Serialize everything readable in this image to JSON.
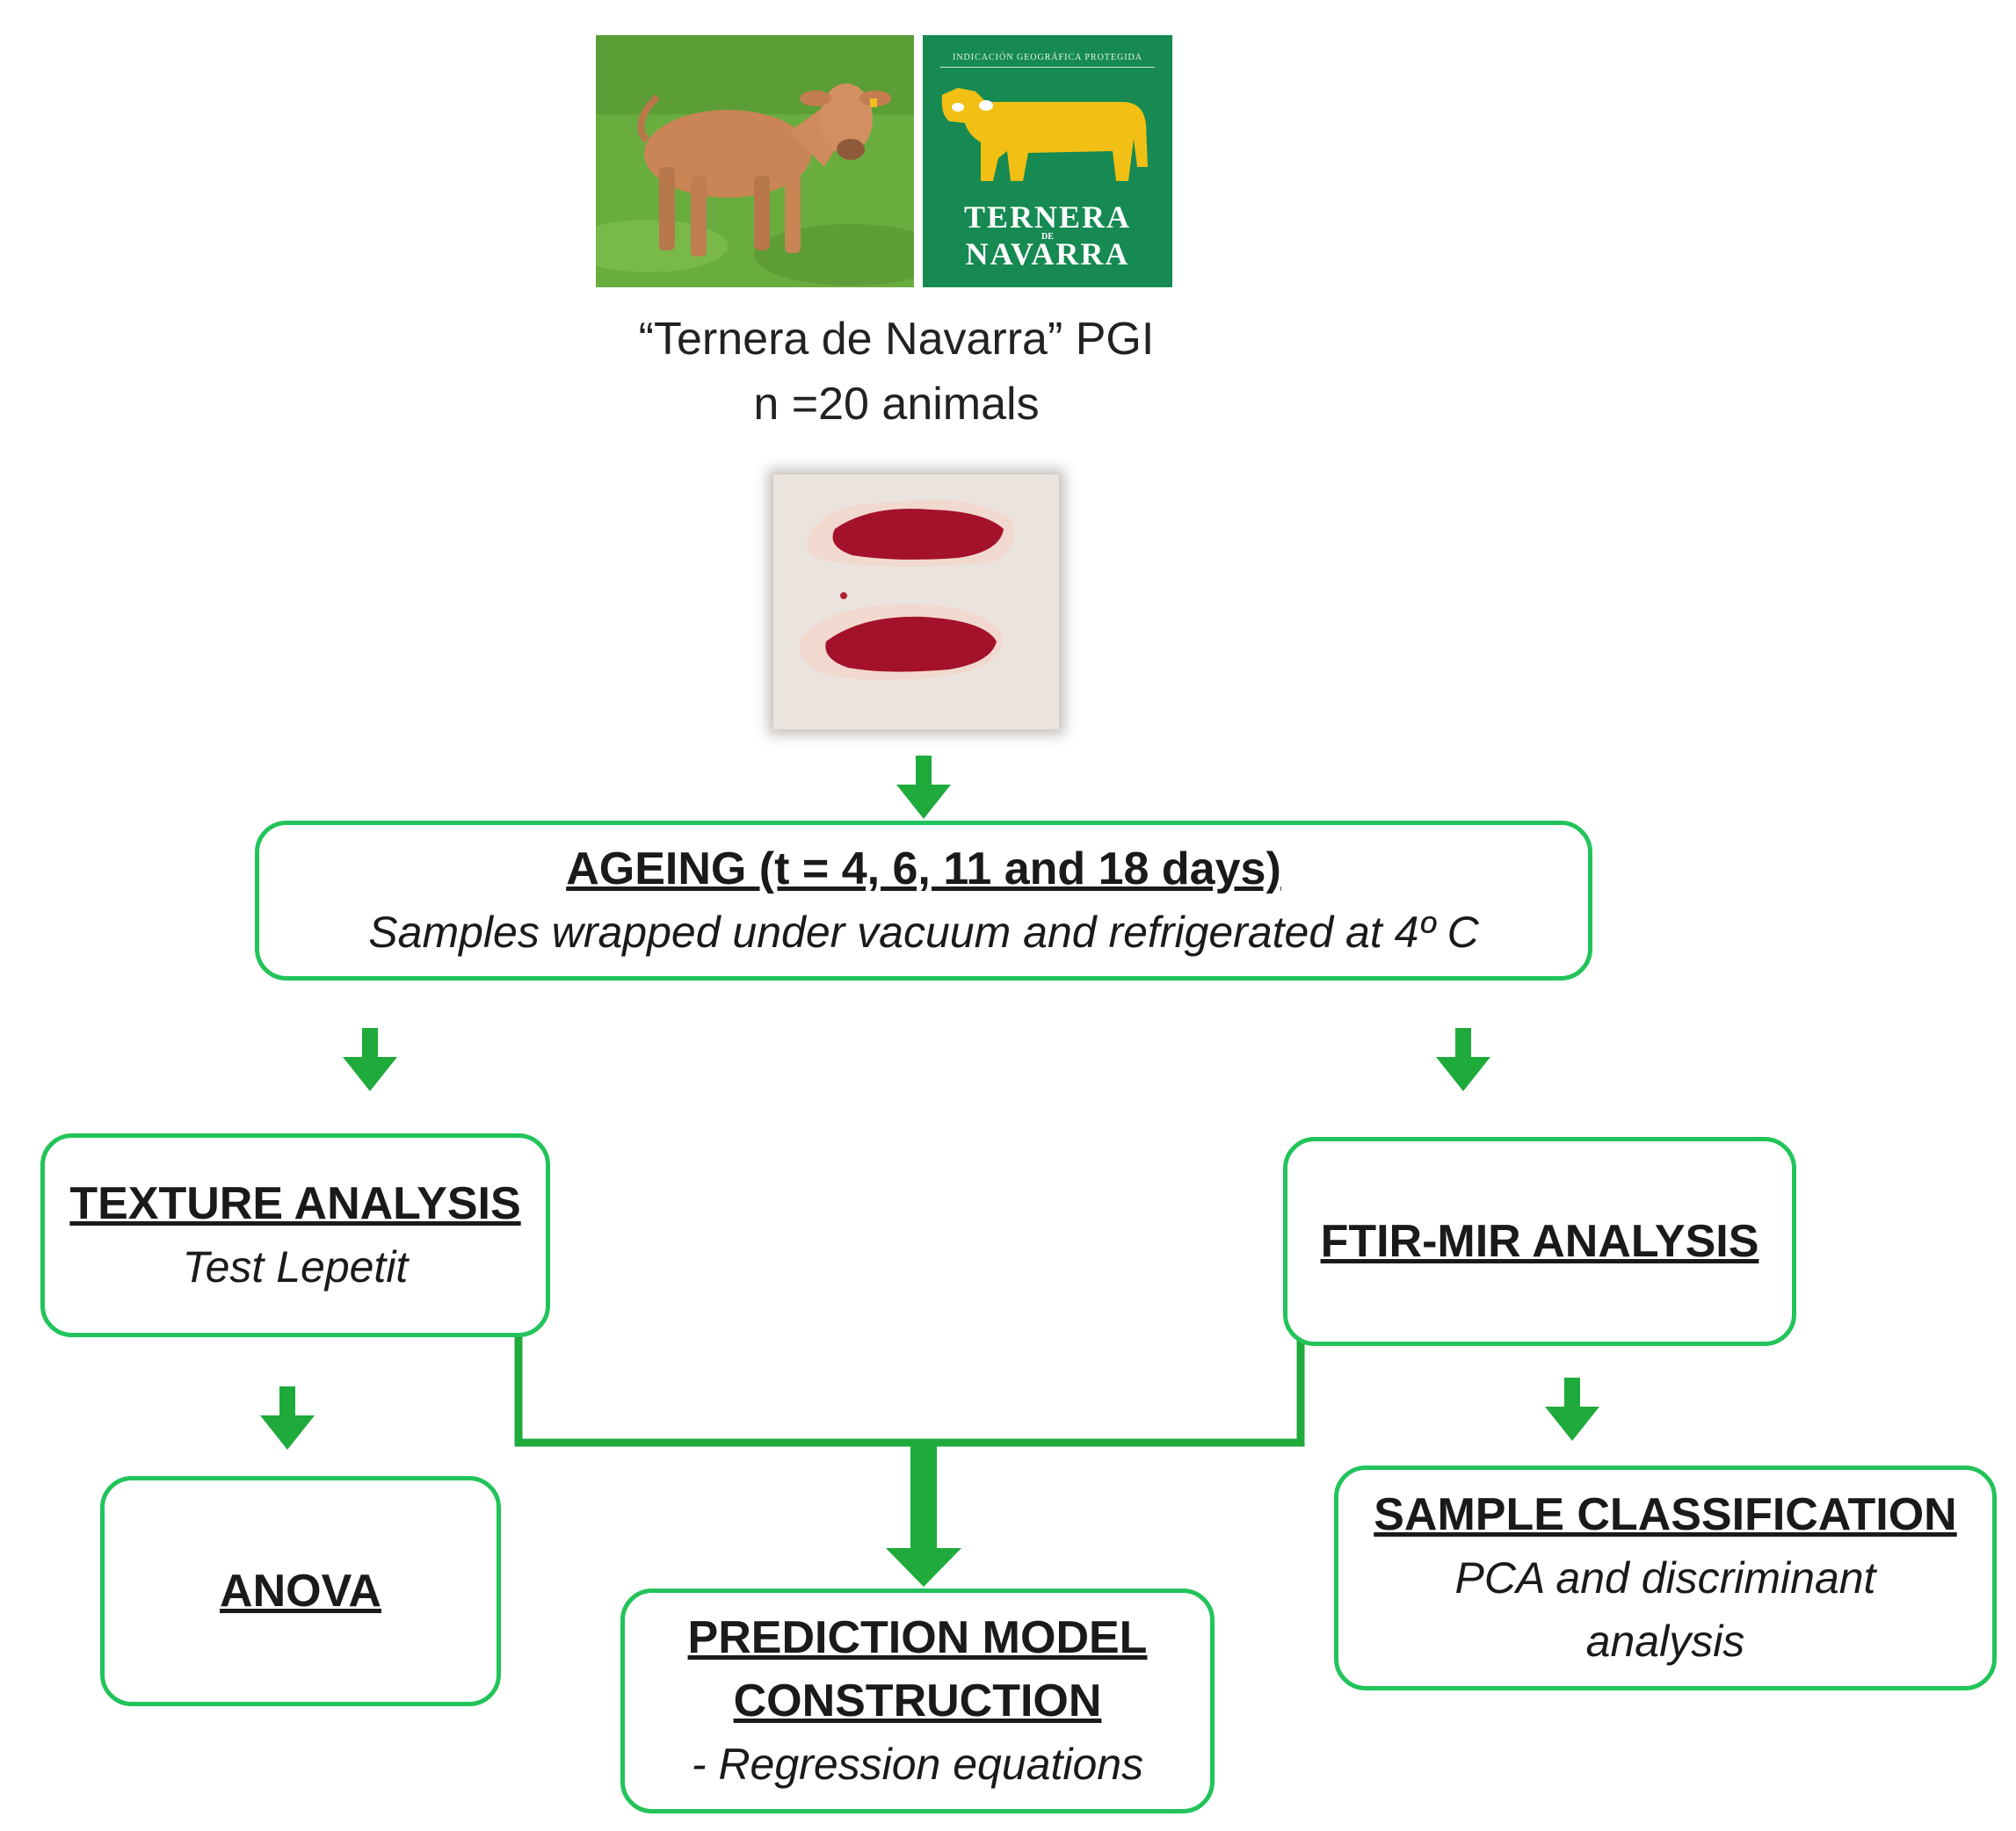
{
  "header": {
    "caption_line1": "“Ternera de Navarra” PGI",
    "caption_line2": "n =20 animals",
    "logo": {
      "top_text": "INDICACIÓN GEOGRÁFICA PROTEGIDA",
      "line1": "TERNERA",
      "line2": "DE",
      "line3": "NAVARRA"
    }
  },
  "nodes": {
    "ageing": {
      "title": "AGEING (t = 4, 6, 11 and 18 days)",
      "subtitle": "Samples wrapped under vacuum and refrigerated at 4º C"
    },
    "texture": {
      "title": "TEXTURE ANALYSIS",
      "subtitle": "Test Lepetit"
    },
    "ftir": {
      "title": "FTIR-MIR ANALYSIS"
    },
    "anova": {
      "title": "ANOVA"
    },
    "prediction": {
      "title_line1": "PREDICTION MODEL",
      "title_line2": "CONSTRUCTION",
      "subtitle": "- Regression equations"
    },
    "sample": {
      "title": "SAMPLE CLASSIFICATION",
      "subtitle_line1": "PCA and discriminant",
      "subtitle_line2": "analysis"
    }
  },
  "colors": {
    "accent_green": "#22c45a",
    "arrow_green": "#1faa3c",
    "logo_green": "#168a52",
    "logo_cow_yellow": "#f2bf14"
  },
  "icons": [
    "calf-photo",
    "pgi-logo",
    "cow-silhouette-icon",
    "meat-photo",
    "arrow-down-icon"
  ]
}
